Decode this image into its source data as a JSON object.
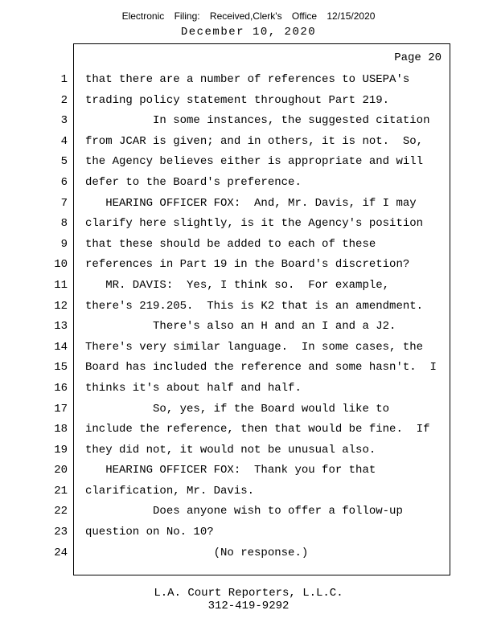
{
  "header": {
    "filing_stamp": "Electronic Filing: Received,Clerk's Office 12/15/2020",
    "hearing_date": "December 10, 2020"
  },
  "transcript": {
    "page_label": "Page 20",
    "lines": [
      {
        "n": "1",
        "text": "that there are a number of references to USEPA's"
      },
      {
        "n": "2",
        "text": "trading policy statement throughout Part 219."
      },
      {
        "n": "3",
        "text": "          In some instances, the suggested citation"
      },
      {
        "n": "4",
        "text": "from JCAR is given; and in others, it is not.  So,"
      },
      {
        "n": "5",
        "text": "the Agency believes either is appropriate and will"
      },
      {
        "n": "6",
        "text": "defer to the Board's preference."
      },
      {
        "n": "7",
        "text": "   HEARING OFFICER FOX:  And, Mr. Davis, if I may"
      },
      {
        "n": "8",
        "text": "clarify here slightly, is it the Agency's position"
      },
      {
        "n": "9",
        "text": "that these should be added to each of these"
      },
      {
        "n": "10",
        "text": "references in Part 19 in the Board's discretion?"
      },
      {
        "n": "11",
        "text": "   MR. DAVIS:  Yes, I think so.  For example,"
      },
      {
        "n": "12",
        "text": "there's 219.205.  This is K2 that is an amendment."
      },
      {
        "n": "13",
        "text": "          There's also an H and an I and a J2."
      },
      {
        "n": "14",
        "text": "There's very similar language.  In some cases, the"
      },
      {
        "n": "15",
        "text": "Board has included the reference and some hasn't.  I"
      },
      {
        "n": "16",
        "text": "thinks it's about half and half."
      },
      {
        "n": "17",
        "text": "          So, yes, if the Board would like to"
      },
      {
        "n": "18",
        "text": "include the reference, then that would be fine.  If"
      },
      {
        "n": "19",
        "text": "they did not, it would not be unusual also."
      },
      {
        "n": "20",
        "text": "   HEARING OFFICER FOX:  Thank you for that"
      },
      {
        "n": "21",
        "text": "clarification, Mr. Davis."
      },
      {
        "n": "22",
        "text": "          Does anyone wish to offer a follow-up"
      },
      {
        "n": "23",
        "text": "question on No. 10?"
      },
      {
        "n": "24",
        "text": "                   (No response.)"
      }
    ]
  },
  "footer": {
    "company": "L.A. Court Reporters, L.L.C.",
    "phone": "312-419-9292"
  },
  "colors": {
    "text": "#000000",
    "background": "#ffffff",
    "border": "#000000"
  }
}
